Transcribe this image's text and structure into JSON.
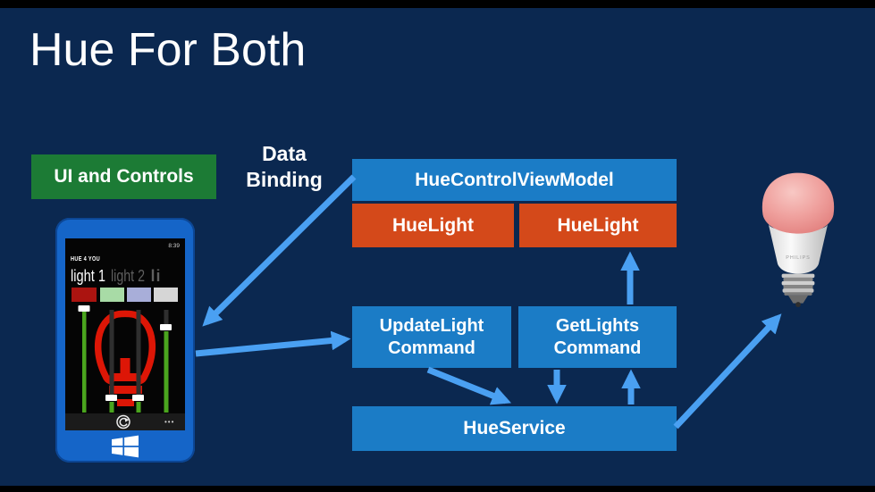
{
  "slide": {
    "title": "Hue For Both"
  },
  "colors": {
    "background": "#0b2850",
    "frame_bars": "#000000",
    "green_box": "#1c7b35",
    "blue_box": "#1b7cc6",
    "orange_box": "#d4491a",
    "arrow": "#4aa0f2",
    "phone_body": "#1565c8",
    "bulb_icon_red": "#dd1606"
  },
  "labels": {
    "ui_and_controls": "UI and Controls",
    "data_binding_line1": "Data",
    "data_binding_line2": "Binding",
    "view_model": "HueControlViewModel",
    "hue_light_left": "HueLight",
    "hue_light_right": "HueLight",
    "update_light_line1": "UpdateLight",
    "update_light_line2": "Command",
    "get_lights_line1": "GetLights",
    "get_lights_line2": "Command",
    "hue_service": "HueService"
  },
  "phone": {
    "status_time": "8:39",
    "app_title": "HUE 4 YOU",
    "pivot_items": [
      "light 1",
      "light 2",
      "li"
    ],
    "swatches": [
      "#ab1410",
      "#a8dba6",
      "#a8aed9",
      "#d6d6d6"
    ],
    "appbar_dots": "•••"
  },
  "bulb": {
    "brand": "PHILIPS"
  }
}
